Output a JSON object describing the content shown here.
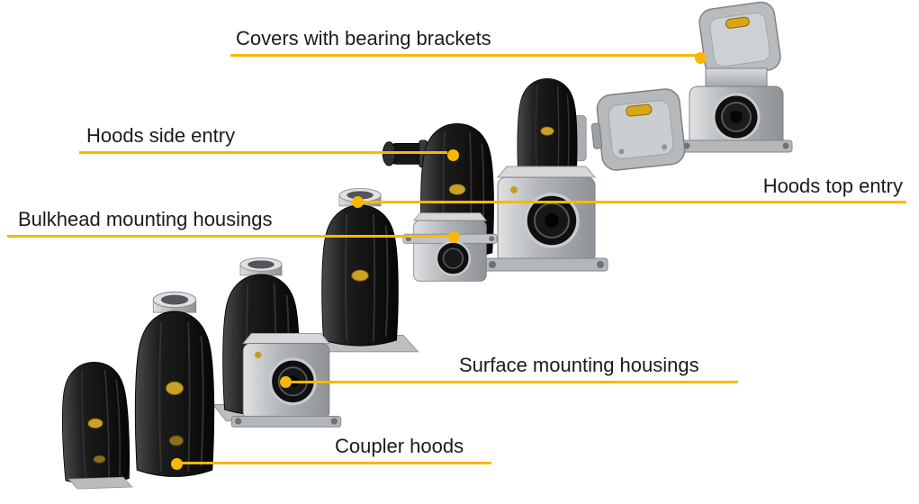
{
  "colors": {
    "accent_yellow": "#F9B800",
    "text": "#1B1B1B",
    "background": "#FFFFFF",
    "hood_black": "#161616",
    "housing_gray": "#AFB2B6",
    "emblem_gold": "#C9A227"
  },
  "callouts": [
    {
      "id": "covers-with-bearing-brackets",
      "label": "Covers with bearing brackets"
    },
    {
      "id": "hoods-side-entry",
      "label": "Hoods side entry"
    },
    {
      "id": "hoods-top-entry",
      "label": "Hoods top entry"
    },
    {
      "id": "bulkhead-mounting-housings",
      "label": "Bulkhead mounting housings"
    },
    {
      "id": "surface-mounting-housings",
      "label": "Surface mounting housings"
    },
    {
      "id": "coupler-hoods",
      "label": "Coupler hoods"
    }
  ],
  "illustration": {
    "items": [
      "housing-with-cover",
      "cover-with-bearing-bracket",
      "hood-with-cover-bracket",
      "panel-mounting-housing",
      "side-entry-hood",
      "bulkhead-mounting-housing",
      "top-entry-hood",
      "hood-with-collar",
      "surface-mounting-housing",
      "tall-coupler-hood",
      "coupler-hood"
    ]
  }
}
